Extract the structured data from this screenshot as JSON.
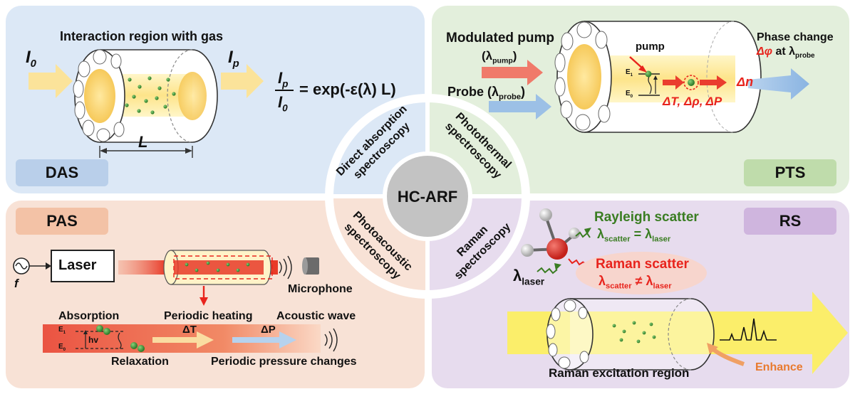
{
  "center": {
    "label": "HC-ARF"
  },
  "ring": {
    "das": [
      "Direct absorption",
      "spectroscopy"
    ],
    "pts": [
      "Photothermal",
      "spectroscopy"
    ],
    "pas": [
      "Photoacoustic",
      "spectroscopy"
    ],
    "rs": [
      "Raman",
      "spectroscopy"
    ]
  },
  "das": {
    "tag": "DAS",
    "title": "Interaction region with gas",
    "i0": "I",
    "i0_sub": "0",
    "ip": "I",
    "ip_sub": "p",
    "length": "L",
    "eq_num": "I",
    "eq_num_sub": "p",
    "eq_den": "I",
    "eq_den_sub": "0",
    "eq_rhs": "= exp(-ε(λ) L)"
  },
  "pts": {
    "tag": "PTS",
    "pump_label": "Modulated pump",
    "pump_lambda": "(λ",
    "pump_lambda_sub": "pump",
    "pump_lambda_close": ")",
    "probe_label": "Probe (λ",
    "probe_sub": "probe",
    "probe_close": ")",
    "pump_small": "pump",
    "e1": "E",
    "e1_sub": "1",
    "e0": "E",
    "e0_sub": "0",
    "deltas": "ΔT, Δρ, ΔP",
    "delta_n": "Δn",
    "phase_title": "Phase change",
    "phase_delta": "Δφ",
    "phase_at": "at λ",
    "phase_sub": "probe"
  },
  "pas": {
    "tag": "PAS",
    "laser": "Laser",
    "f": "f",
    "microphone": "Microphone",
    "absorption": "Absorption",
    "periodic_heating": "Periodic heating",
    "acoustic_wave": "Acoustic wave",
    "e1": "E",
    "e1_sub": "1",
    "e0": "E",
    "e0_sub": "0",
    "hv": "hv",
    "dT": "ΔT",
    "dP": "ΔP",
    "relaxation": "Relaxation",
    "pressure": "Periodic pressure changes"
  },
  "rs": {
    "tag": "RS",
    "rayleigh": "Rayleigh scatter",
    "rayleigh_eq_l": "λ",
    "rayleigh_eq_l_sub": "scatter",
    "rayleigh_eq_mid": " = λ",
    "rayleigh_eq_r_sub": "laser",
    "raman": "Raman scatter",
    "raman_eq_l": "λ",
    "raman_eq_l_sub": "scatter",
    "raman_eq_mid": " ≠ λ",
    "raman_eq_r_sub": "laser",
    "lambda_laser": "λ",
    "lambda_laser_sub": "laser",
    "region": "Raman excitation region",
    "enhance": "Enhance"
  },
  "colors": {
    "das_bg": "#dce8f6",
    "pts_bg": "#e3efdc",
    "pas_bg": "#f8e2d6",
    "rs_bg": "#e7dcee",
    "accent_red": "#e8241d",
    "accent_green": "#3a7d22"
  }
}
